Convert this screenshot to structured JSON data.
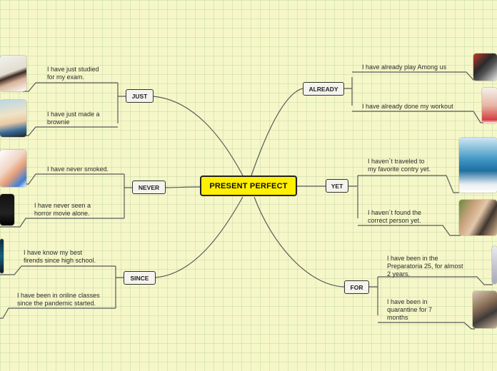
{
  "central": {
    "label": "PRESENT PERFECT"
  },
  "topics": {
    "just": {
      "label": "JUST",
      "items": [
        "I have just studied\nfor my exam.",
        "I have just made a\nbrownie"
      ]
    },
    "never": {
      "label": "NEVER",
      "items": [
        "I have never smoked.",
        "I have never seen a\nhorror movie alone."
      ]
    },
    "since": {
      "label": "SINCE",
      "items": [
        "I have know my best\nfirends since high school.",
        "I have been in online classes\nsince the pandemic started."
      ]
    },
    "already": {
      "label": "ALREADY",
      "items": [
        "I have already play Among us",
        "I have already done my workout"
      ]
    },
    "yet": {
      "label": "YET",
      "items": [
        "I haven´t traveled to\nmy favorite contry yet.",
        "I haven´t found the\ncorrect person yet."
      ]
    },
    "for": {
      "label": "FOR",
      "items": [
        "I have been in the\nPreparatoria 25, for almost\n2 years.",
        "I have been in\nquarantine for 7\nmonths"
      ]
    }
  }
}
